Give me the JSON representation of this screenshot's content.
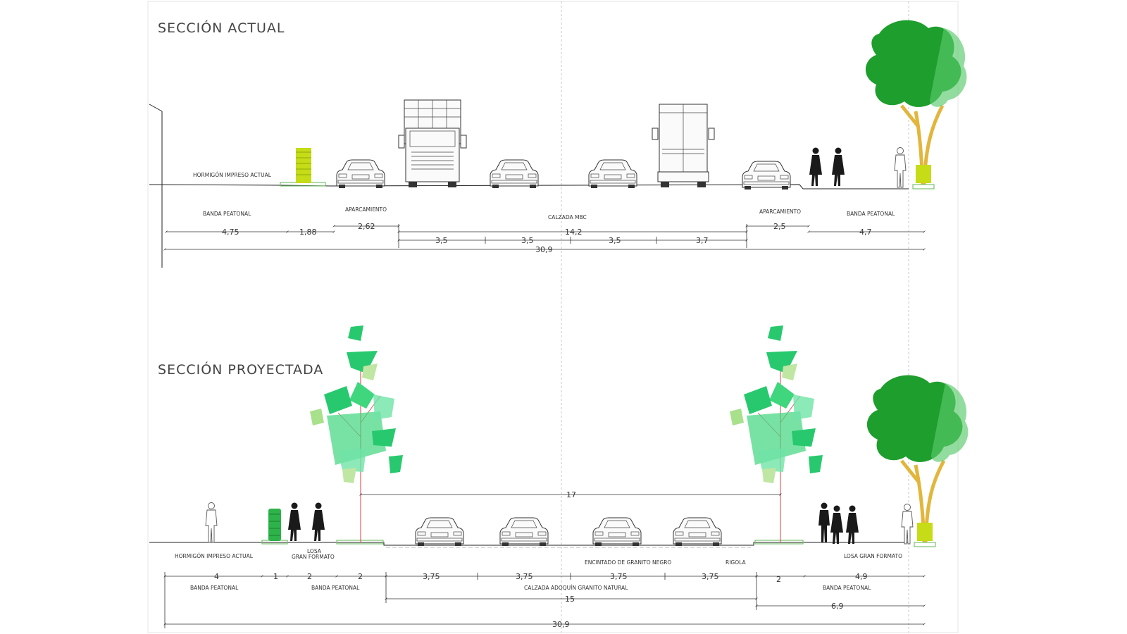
{
  "top": {
    "title": "SECCIÓN ACTUAL",
    "labels": {
      "hormigon": "HORMIGÓN IMPRESO ACTUAL",
      "banda_left": "BANDA PEATONAL",
      "aparc_left": "APARCAMIENTO",
      "calzada": "CALZADA MBC",
      "aparc_right": "APARCAMIENTO",
      "banda_right": "BANDA PEATONAL"
    },
    "dims": {
      "d475": "4,75",
      "d188": "1,88",
      "d262": "2,62",
      "d142": "14,2",
      "d35a": "3,5",
      "d35b": "3,5",
      "d35c": "3,5",
      "d37": "3,7",
      "d25": "2,5",
      "d47": "4,7",
      "total": "30,9"
    }
  },
  "bottom": {
    "title": "SECCIÓN PROYECTADA",
    "labels": {
      "hormigon": "HORMIGÓN IMPRESO ACTUAL",
      "losa1": "LOSA",
      "losa2": "GRAN FORMATO",
      "encintado": "ENCINTADO DE GRANITO NEGRO",
      "rigola": "RIGOLA",
      "losa_right": "LOSA GRAN FORMATO",
      "banda_a": "BANDA PEATONAL",
      "banda_b": "BANDA PEATONAL",
      "calzada": "CALZADA ADOQUÍN GRANITO NATURAL",
      "banda_right": "BANDA PEATONAL"
    },
    "dims": {
      "d17": "17",
      "d4": "4",
      "d1": "1",
      "d2a": "2",
      "d2b": "2",
      "d375a": "3,75",
      "d375b": "3,75",
      "d375c": "3,75",
      "d375d": "3,75",
      "d2r": "2",
      "d49": "4,9",
      "d15": "15",
      "d69": "6,9",
      "total": "30,9"
    }
  },
  "colors": {
    "tree_dark": "#1e9e2c",
    "tree_light": "#3fd67e",
    "trunk": "#e2b63c",
    "hedge": "#c5dc16",
    "planter": "#8fd18a"
  }
}
